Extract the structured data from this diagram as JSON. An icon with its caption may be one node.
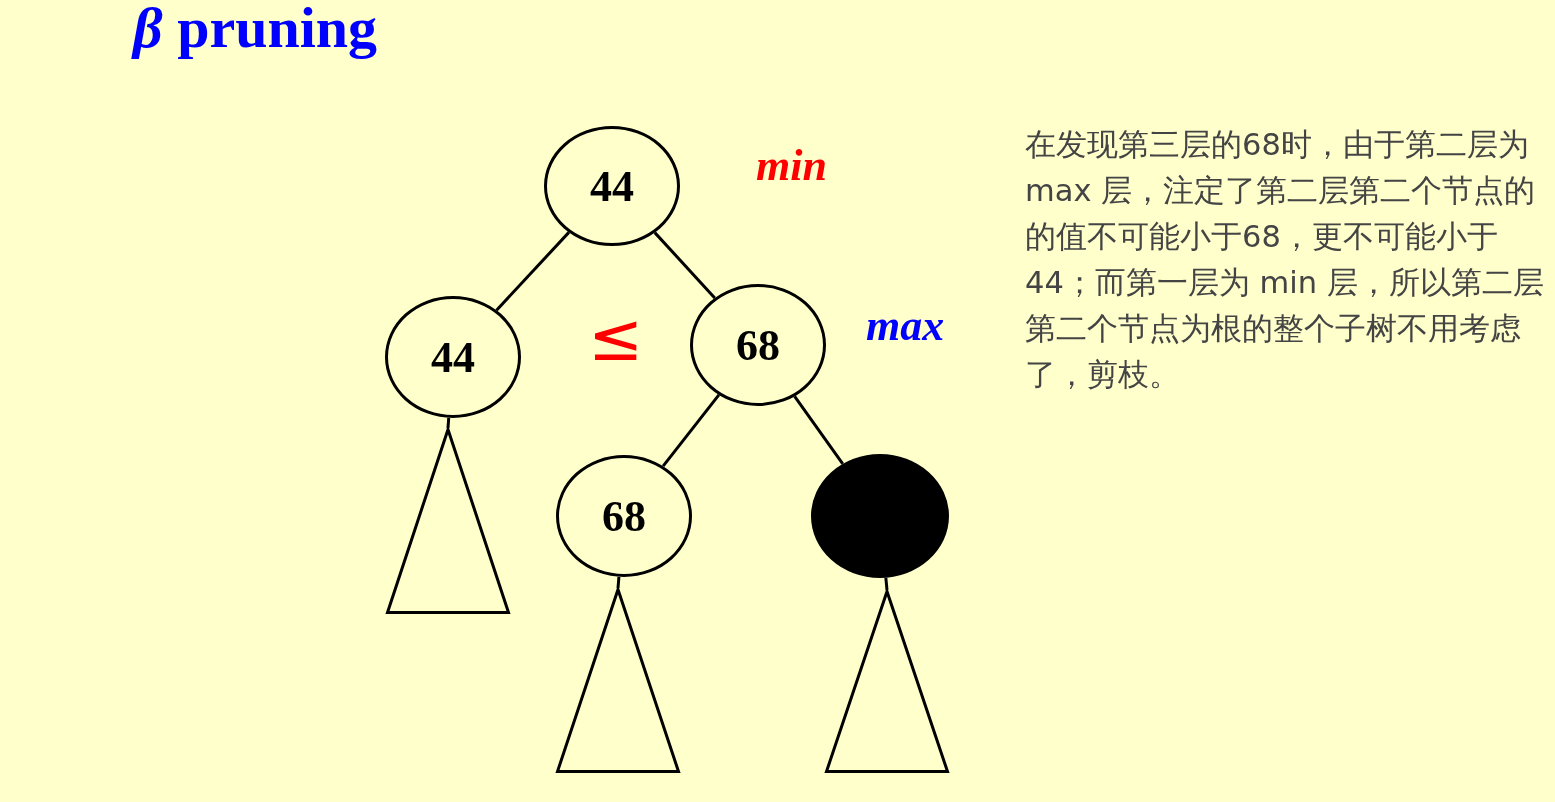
{
  "diagram": {
    "title": "*β* pruning",
    "nodes": [
      {
        "text": [
          "44"
        ]
      },
      {
        "text": [
          "44"
        ]
      },
      {
        "text": [
          "68"
        ]
      },
      {
        "text": [
          "68"
        ]
      },
      {
        "text": [],
        "shape": "circle"
      },
      {
        "text": [],
        "shape": "triangle"
      },
      {
        "text": [],
        "shape": "triangle"
      },
      {
        "text": [],
        "shape": "triangle"
      }
    ],
    "edges": [
      {
        "from": 0,
        "to": 1,
        "arrow": "none"
      },
      {
        "from": 0,
        "to": 2,
        "arrow": "none"
      },
      {
        "from": 2,
        "to": 3,
        "arrow": "none"
      },
      {
        "from": 2,
        "to": 4,
        "arrow": "none"
      },
      {
        "from": 1,
        "to": 5,
        "arrow": "none"
      },
      {
        "from": 3,
        "to": 6,
        "arrow": "none"
      },
      {
        "from": 4,
        "to": 7,
        "arrow": "none"
      }
    ],
    "labels": [
      "min",
      "≤",
      "max",
      "在发现第三层的68时，由于第二层为max 层，注定了第二层第二个节点的的值不可能小于68，更不可能小于44；而第一层为 min 层，所以第二层第二个节点为根的整个子树不用考虑了，剪枝。"
    ]
  }
}
